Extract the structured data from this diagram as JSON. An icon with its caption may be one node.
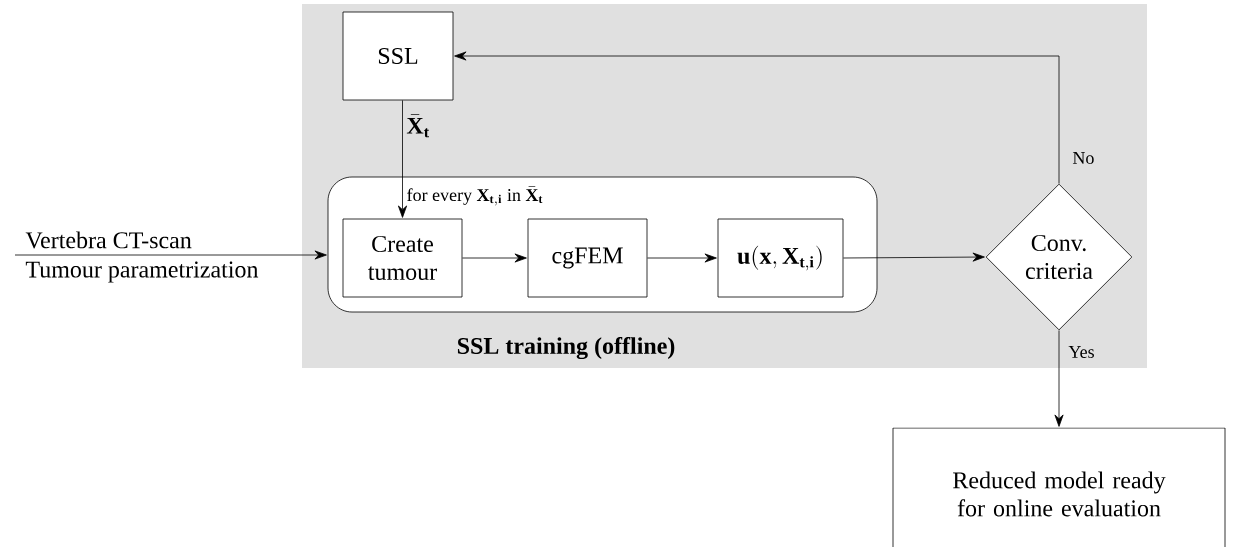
{
  "diagram": {
    "nodes": [
      {
        "text": [
          "SSL training (offline)"
        ]
      },
      {
        "text": [
          "SSL"
        ],
        "in": 0
      },
      {
        "text": [
          "\\text{for every } \\mathbf{X}_{\\mathbf{t,i}} \\text{ in } \\bar{\\mathbf{X}}_{\\mathbf{t}}"
        ],
        "in": 0
      },
      {
        "text": [
          "Create tumour"
        ],
        "in": 2
      },
      {
        "text": [
          "cgFEM"
        ],
        "in": 2
      },
      {
        "text": [
          "\\mathbf{u}(\\mathbf{x},\\mathbf{X}_{\\mathbf{t,i}})"
        ],
        "in": 2
      },
      {
        "text": [
          "Conv. criteria"
        ],
        "in": 0
      },
      {
        "text": [
          "Reduced model ready for online evaluation"
        ]
      }
    ],
    "edges": [
      {
        "from": null,
        "to": 2,
        "arrow": "to",
        "label": "Vertebra CT-scan"
      },
      {
        "from": 1,
        "to": 3,
        "arrow": "to",
        "label": "\\bar{\\mathbf{X}}_{\\mathbf{t}}"
      },
      {
        "from": 3,
        "to": 4,
        "arrow": "to"
      },
      {
        "from": 4,
        "to": 5,
        "arrow": "to"
      },
      {
        "from": 5,
        "to": 6,
        "arrow": "to"
      },
      {
        "from": 6,
        "to": 1,
        "arrow": "to",
        "label": "No"
      },
      {
        "from": 6,
        "to": 7,
        "arrow": "to",
        "label": "Yes"
      }
    ],
    "labels": [
      "Tumour parametrization"
    ]
  }
}
